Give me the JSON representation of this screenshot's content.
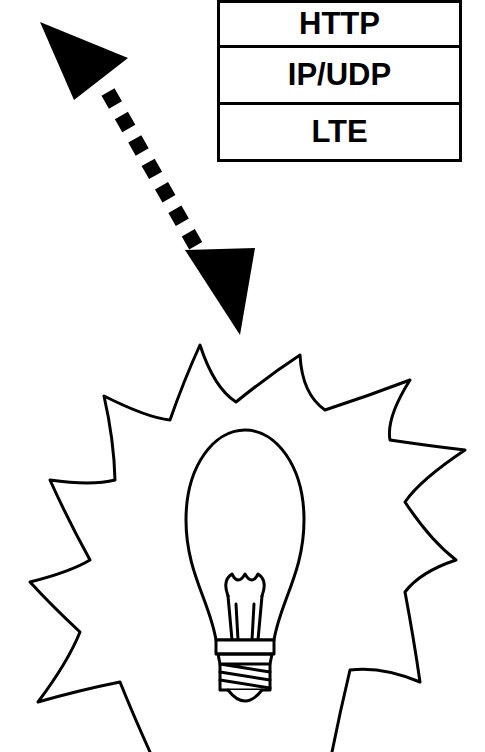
{
  "diagram": {
    "nodes": [
      {
        "text": [
          "HTTP"
        ]
      },
      {
        "text": [
          "IP/UDP"
        ]
      },
      {
        "text": [
          "LTE"
        ]
      }
    ]
  }
}
